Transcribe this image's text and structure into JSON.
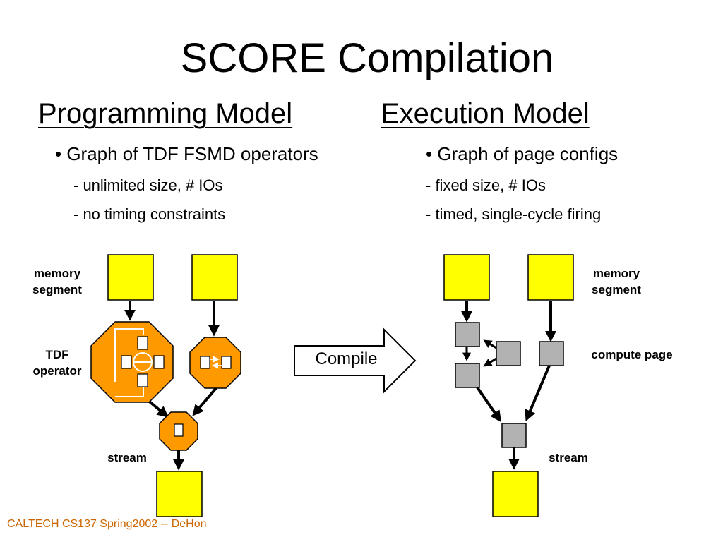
{
  "title": "SCORE Compilation",
  "left": {
    "heading": "Programming Model",
    "bullet": "• Graph of TDF FSMD operators",
    "subs": [
      "- unlimited size, # IOs",
      "- no timing constraints"
    ],
    "labels": {
      "memory_segment": [
        "memory",
        "segment"
      ],
      "tdf_operator": [
        "TDF",
        "operator"
      ],
      "stream": "stream"
    }
  },
  "right": {
    "heading": "Execution Model",
    "bullet": "• Graph of page configs",
    "subs": [
      "- fixed size, # IOs",
      "- timed, single-cycle firing"
    ],
    "labels": {
      "memory_segment": [
        "memory",
        "segment"
      ],
      "compute_page": "compute page",
      "stream": "stream"
    }
  },
  "compile_label": "Compile",
  "footer": "CALTECH CS137 Spring2002 -- DeHon",
  "colors": {
    "memory_fill": "#ffff00",
    "operator_fill": "#ff9900",
    "page_fill": "#b2b2b2",
    "footer": "#cc6600"
  }
}
